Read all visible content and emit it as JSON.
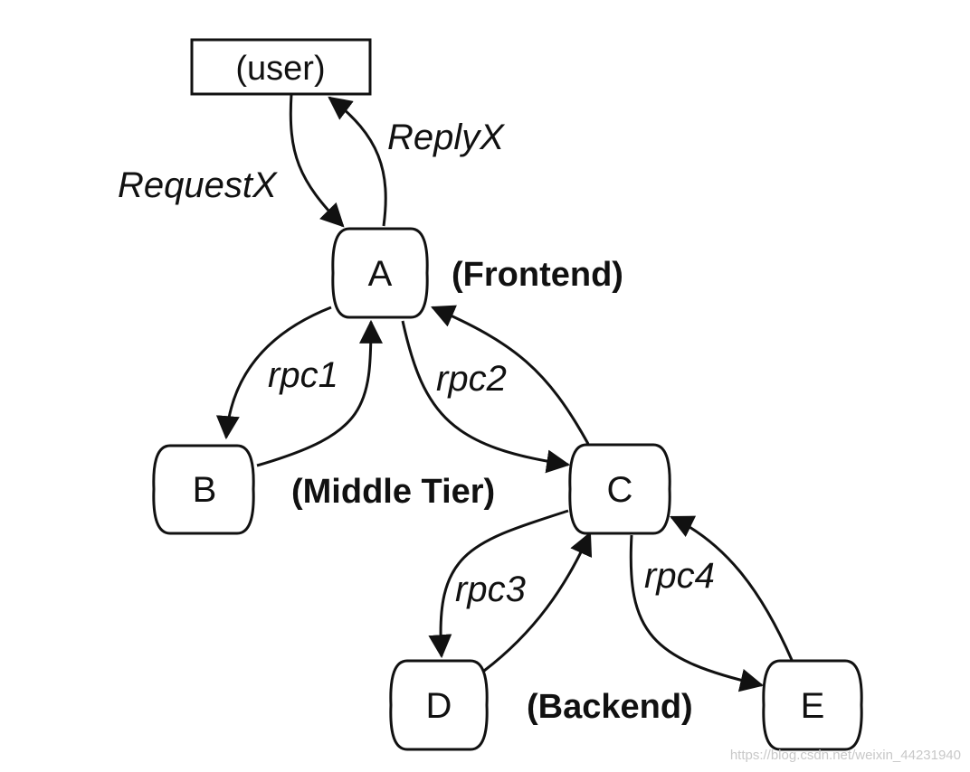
{
  "diagram": {
    "user_box": {
      "label": "(user)"
    },
    "nodes": [
      {
        "id": "A",
        "label": "A"
      },
      {
        "id": "B",
        "label": "B"
      },
      {
        "id": "C",
        "label": "C"
      },
      {
        "id": "D",
        "label": "D"
      },
      {
        "id": "E",
        "label": "E"
      }
    ],
    "edges": [
      {
        "from": "user",
        "to": "A",
        "label": "RequestX"
      },
      {
        "from": "A",
        "to": "user",
        "label": "ReplyX"
      },
      {
        "from": "A",
        "to": "B",
        "label": "rpc1"
      },
      {
        "from": "B",
        "to": "A",
        "label": ""
      },
      {
        "from": "A",
        "to": "C",
        "label": "rpc2"
      },
      {
        "from": "C",
        "to": "A",
        "label": ""
      },
      {
        "from": "C",
        "to": "D",
        "label": "rpc3"
      },
      {
        "from": "D",
        "to": "C",
        "label": ""
      },
      {
        "from": "C",
        "to": "E",
        "label": "rpc4"
      },
      {
        "from": "E",
        "to": "C",
        "label": ""
      }
    ],
    "tiers": {
      "frontend": "(Frontend)",
      "middle": "(Middle Tier)",
      "backend": "(Backend)"
    }
  },
  "watermark": "https://blog.csdn.net/weixin_44231940"
}
